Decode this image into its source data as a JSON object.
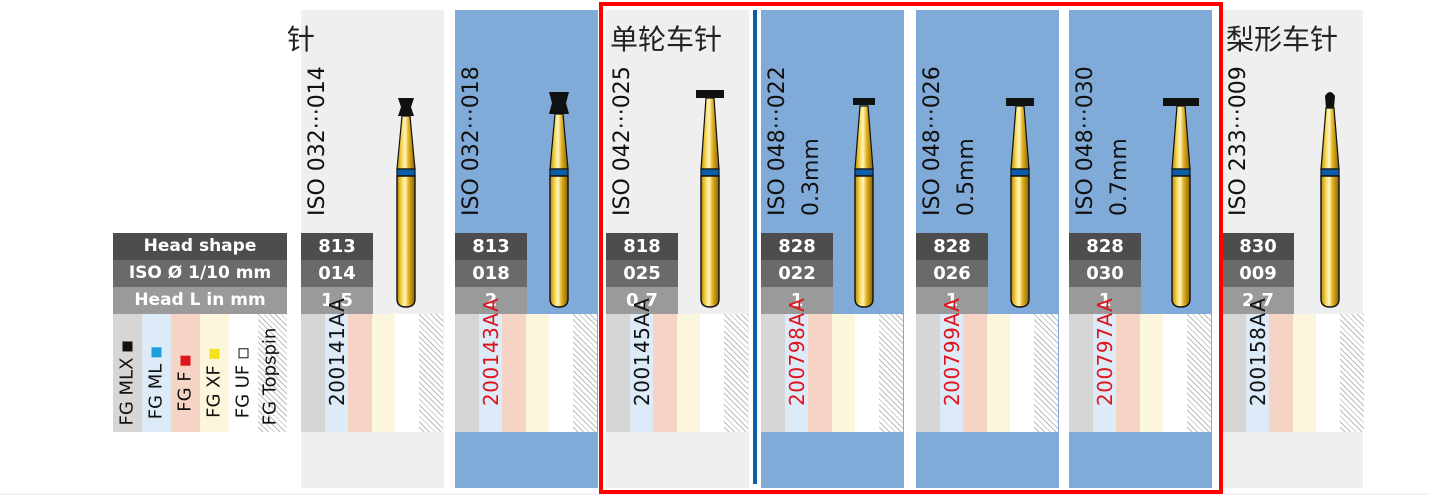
{
  "legend": {
    "rows": [
      "Head shape",
      "ISO Ø 1/10 mm",
      "Head L in mm"
    ],
    "grits": [
      {
        "label": "FG MLX",
        "swatch": "#111111"
      },
      {
        "label": "FG ML",
        "swatch": "#1ba0db"
      },
      {
        "label": "FG F",
        "swatch": "#e0141c"
      },
      {
        "label": "FG XF",
        "swatch": "#f7e11a"
      },
      {
        "label": "FG UF",
        "swatch": "#ffffff"
      },
      {
        "label": "FG Topspin",
        "swatch": ""
      }
    ]
  },
  "panels": [
    {
      "title": "针",
      "iso": "ISO 032···014",
      "sub": "",
      "head_shape": "813",
      "iso_d": "014",
      "head_l": "1.5",
      "code": "200141AA",
      "code_color": "#111111",
      "bg": "gray",
      "head": "invcone-sm"
    },
    {
      "title": "",
      "iso": "ISO 032···018",
      "sub": "",
      "head_shape": "813",
      "iso_d": "018",
      "head_l": "2",
      "code": "200143AA",
      "code_color": "#e0141c",
      "bg": "blue",
      "head": "invcone-lg"
    },
    {
      "title": "单轮车针",
      "iso": "ISO 042···025",
      "sub": "",
      "head_shape": "818",
      "iso_d": "025",
      "head_l": "0.7",
      "code": "200145AA",
      "code_color": "#111111",
      "bg": "gray",
      "head": "wheel"
    },
    {
      "title": "",
      "iso": "ISO 048···022",
      "sub": "0.3mm",
      "head_shape": "828",
      "iso_d": "022",
      "head_l": "1",
      "code": "200798AA",
      "code_color": "#e0141c",
      "bg": "blue",
      "head": "wheel-s"
    },
    {
      "title": "",
      "iso": "ISO 048···026",
      "sub": "0.5mm",
      "head_shape": "828",
      "iso_d": "026",
      "head_l": "1",
      "code": "200799AA",
      "code_color": "#e0141c",
      "bg": "blue",
      "head": "wheel-m"
    },
    {
      "title": "",
      "iso": "ISO 048···030",
      "sub": "0.7mm",
      "head_shape": "828",
      "iso_d": "030",
      "head_l": "1",
      "code": "200797AA",
      "code_color": "#e0141c",
      "bg": "blue",
      "head": "wheel-l"
    },
    {
      "title": "梨形车针",
      "iso": "ISO 233···009",
      "sub": "",
      "head_shape": "830",
      "iso_d": "009",
      "head_l": "2.7",
      "code": "200158AA",
      "code_color": "#111111",
      "bg": "gray",
      "head": "pear"
    }
  ],
  "colors": {
    "highlight_border": "#ff0000",
    "panel_blue": "#80abd8",
    "panel_gray": "#efefef",
    "divider_blue": "#0a5da8"
  }
}
